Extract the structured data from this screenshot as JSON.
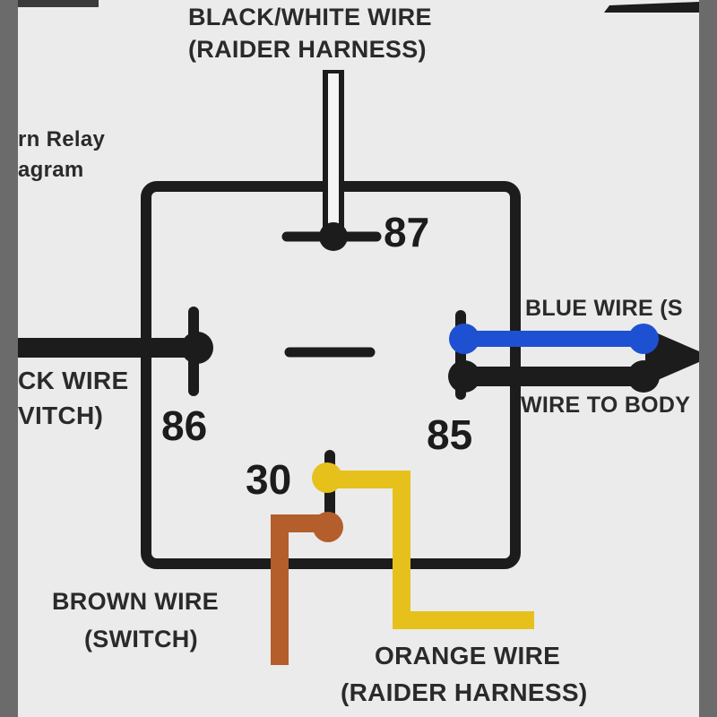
{
  "labels": {
    "top_wire_line1": "BLACK/WHITE WIRE",
    "top_wire_line2": "(RAIDER HARNESS)",
    "title_fragment_line1": "rn Relay",
    "title_fragment_line2": "agram",
    "left_wire_line1": "CK WIRE",
    "left_wire_line2": "VITCH)",
    "blue_wire": "BLUE WIRE (S",
    "body_wire": "WIRE TO BODY",
    "brown_wire_line1": "BROWN WIRE",
    "brown_wire_line2": "(SWITCH)",
    "orange_wire_line1": "ORANGE WIRE",
    "orange_wire_line2": "(RAIDER HARNESS)"
  },
  "pins": {
    "pin_87": "87",
    "pin_86": "86",
    "pin_85": "85",
    "pin_30": "30"
  },
  "colors": {
    "relay_outline": "#1c1c1c",
    "blue_wire": "#1e50d2",
    "yellow_wire": "#e6c11c",
    "brown_wire": "#b45e2c",
    "black_wire": "#1c1c1c"
  }
}
